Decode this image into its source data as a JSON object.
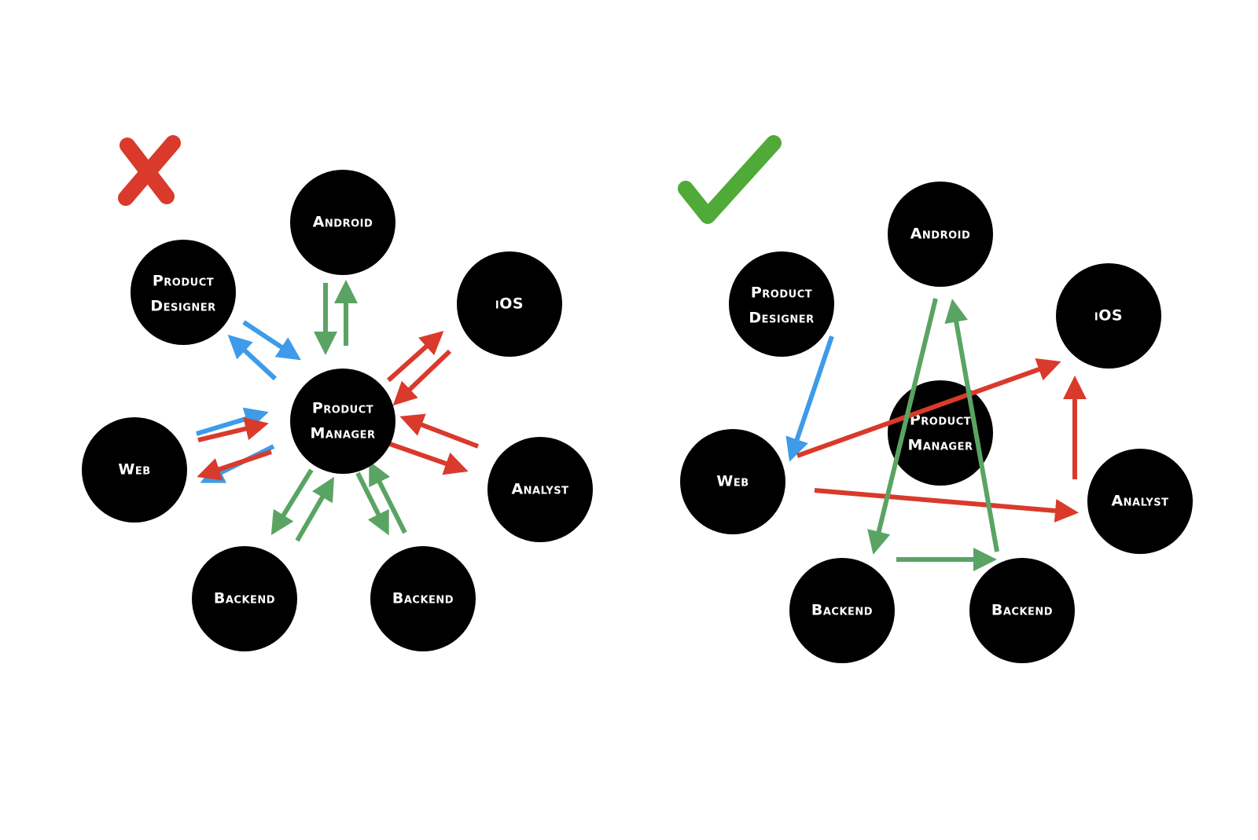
{
  "colors": {
    "node": "#000000",
    "text": "#ffffff",
    "blue": "#3d9be9",
    "red": "#d93a2b",
    "green": "#5aa463",
    "cross": "#d93a2b",
    "check": "#4faa38"
  },
  "bad": {
    "marker": "cross-icon",
    "nodes": {
      "android": [
        "Android"
      ],
      "designer": [
        "Product",
        "Designer"
      ],
      "ios": [
        "iOS"
      ],
      "pm": [
        "Product",
        "Manager"
      ],
      "web": [
        "Web"
      ],
      "analyst": [
        "Analyst"
      ],
      "backend1": [
        "Backend"
      ],
      "backend2": [
        "Backend"
      ]
    }
  },
  "good": {
    "marker": "check-icon",
    "nodes": {
      "android": [
        "Android"
      ],
      "designer": [
        "Product",
        "Designer"
      ],
      "ios": [
        "iOS"
      ],
      "pm": [
        "Product",
        "Manager"
      ],
      "web": [
        "Web"
      ],
      "analyst": [
        "Analyst"
      ],
      "backend1": [
        "Backend"
      ],
      "backend2": [
        "Backend"
      ]
    }
  }
}
